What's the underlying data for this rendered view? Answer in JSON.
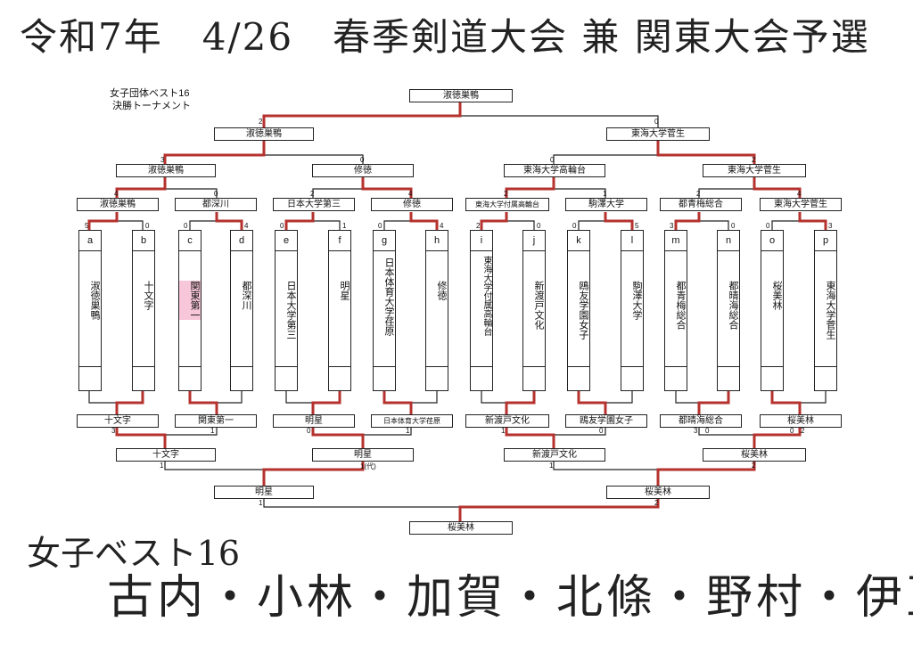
{
  "header": {
    "handwritten_title": "令和7年　4/26　春季剣道大会 兼 関東大会予選",
    "small_title_line1": "女子団体ベスト16",
    "small_title_line2": "決勝トーナメント"
  },
  "teams": [
    {
      "letter": "a",
      "name": "淑徳巣鴨"
    },
    {
      "letter": "b",
      "name": "十文字"
    },
    {
      "letter": "c",
      "name": "関東第一"
    },
    {
      "letter": "d",
      "name": "都深川"
    },
    {
      "letter": "e",
      "name": "日本大学第三"
    },
    {
      "letter": "f",
      "name": "明星"
    },
    {
      "letter": "g",
      "name": "日本体育大学荏原"
    },
    {
      "letter": "h",
      "name": "修徳"
    },
    {
      "letter": "i",
      "name": "東海大学付属高輪台"
    },
    {
      "letter": "j",
      "name": "新渡戸文化"
    },
    {
      "letter": "k",
      "name": "鴎友学園女子"
    },
    {
      "letter": "l",
      "name": "駒澤大学"
    },
    {
      "letter": "m",
      "name": "都青梅総合"
    },
    {
      "letter": "n",
      "name": "都晴海総合"
    },
    {
      "letter": "o",
      "name": "桜美林"
    },
    {
      "letter": "p",
      "name": "東海大学菅生"
    }
  ],
  "upper_bracket": {
    "final_winner": "淑徳巣鴨",
    "semifinal": [
      "淑徳巣鴨",
      "東海大学菅生"
    ],
    "quarterfinal": [
      "淑徳巣鴨",
      "修徳",
      "東海大学高輪台",
      "東海大学菅生"
    ],
    "round16": [
      "淑徳巣鴨",
      "都深川",
      "日本大学第三",
      "修徳",
      "東海大学付属高輪台",
      "駒澤大学",
      "都青梅総合",
      "東海大学菅生"
    ]
  },
  "lower_bracket": {
    "round16": [
      "十文字",
      "関東第一",
      "明星",
      "日本体育大学荏原",
      "新渡戸文化",
      "鴎友学園女子",
      "都晴海総合",
      "桜美林"
    ],
    "quarterfinal": [
      "十文字",
      "明星",
      "新渡戸文化",
      "桜美林"
    ],
    "semifinal": [
      "明星",
      "桜美林"
    ],
    "final_winner": "桜美林"
  },
  "scores": {
    "top_final": [
      "2",
      "0"
    ],
    "top_semi": [
      "3",
      "0",
      "0",
      "2"
    ],
    "top_qf": [
      "4",
      "0",
      "2",
      "4",
      "2",
      "1",
      "2",
      "4"
    ],
    "top_r16": [
      "5",
      "0",
      "0",
      "4",
      "0",
      "1",
      "0",
      "4",
      "2",
      "0",
      "0",
      "5",
      "3",
      "0",
      "0",
      "3"
    ],
    "bottom_r16": [
      "3",
      "1",
      "0",
      "1",
      "1",
      "0",
      "3",
      "0",
      "0",
      "2"
    ],
    "bottom_qf": [
      "1",
      "1(代)",
      "1",
      "2"
    ],
    "bottom_semi": [
      "1",
      "2"
    ]
  },
  "handwritten_footer": {
    "best_label": "女子ベスト16",
    "members": "古内・小林・加賀・北條・野村・伊豆"
  },
  "colors": {
    "winner_line": "#b5322e",
    "line": "#222222"
  }
}
